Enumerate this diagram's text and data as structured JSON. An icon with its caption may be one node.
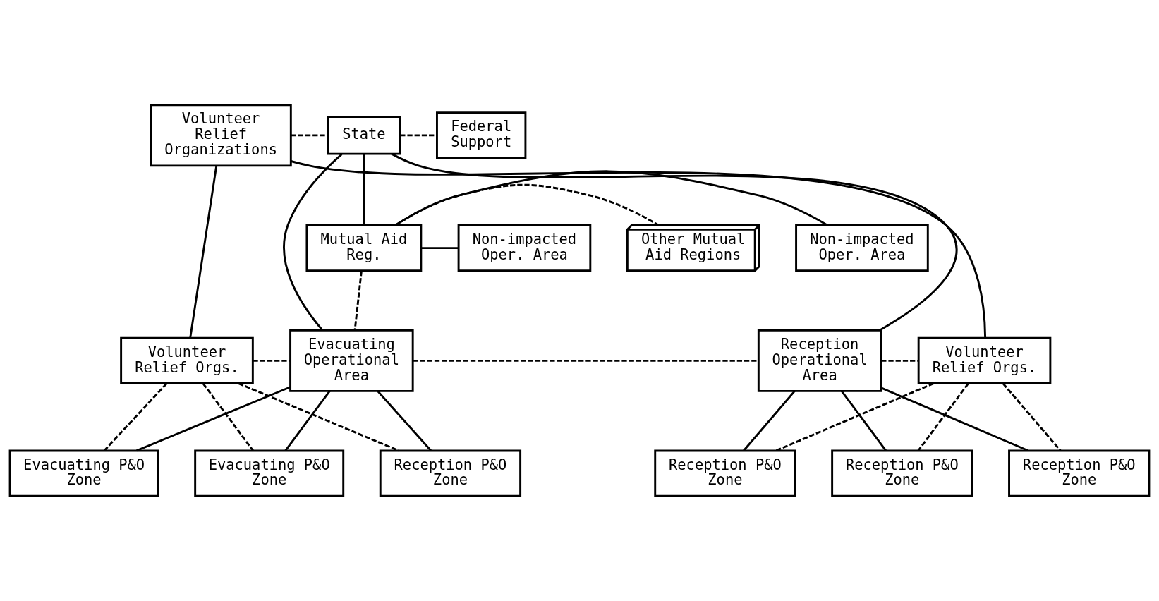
{
  "diagram": {
    "nodes": [
      {
        "text": [
          "Volunteer Relief Organizations"
        ]
      },
      {
        "text": [
          "State"
        ]
      },
      {
        "text": [
          "Federal Support"
        ]
      },
      {
        "text": [
          "Non-impacted Oper. Area"
        ]
      },
      {
        "text": [
          "Mutual Aid Reg."
        ]
      },
      {
        "text": [
          "Other Mutual Aid Regions"
        ]
      },
      {
        "text": [
          "Non-impacted Oper. Area"
        ]
      },
      {
        "text": [
          "Volunteer Relief Orgs."
        ]
      },
      {
        "text": [
          "Evacuating Operational Area"
        ]
      },
      {
        "text": [
          "Reception Operational Area"
        ]
      },
      {
        "text": [
          "Volunteer Relief Orgs."
        ]
      },
      {
        "text": [
          "Evacuating P&O Zone"
        ]
      },
      {
        "text": [
          "Evacuating P&O Zone"
        ]
      },
      {
        "text": [
          "Reception P&O Zone"
        ]
      },
      {
        "text": [
          "Reception P&O Zone"
        ]
      },
      {
        "text": [
          "Reception P&O Zone"
        ]
      },
      {
        "text": [
          "Reception P&O Zone"
        ]
      }
    ],
    "edges": [
      {
        "from": 0,
        "to": 1,
        "arrow": "none",
        "style": "dashed"
      },
      {
        "from": 1,
        "to": 2,
        "arrow": "none",
        "style": "dashed"
      },
      {
        "from": 1,
        "to": 4,
        "arrow": "none"
      },
      {
        "from": 4,
        "to": 3,
        "arrow": "none"
      },
      {
        "from": 4,
        "to": 5,
        "arrow": "none",
        "style": "dashed"
      },
      {
        "from": 4,
        "to": 6,
        "arrow": "none"
      },
      {
        "from": 0,
        "to": 7,
        "arrow": "none"
      },
      {
        "from": 0,
        "to": 10,
        "arrow": "none"
      },
      {
        "from": 1,
        "to": 8,
        "arrow": "none"
      },
      {
        "from": 1,
        "to": 9,
        "arrow": "none"
      },
      {
        "from": 4,
        "to": 8,
        "arrow": "none",
        "style": "dashed"
      },
      {
        "from": 7,
        "to": 8,
        "arrow": "none",
        "style": "dashed"
      },
      {
        "from": 8,
        "to": 9,
        "arrow": "none",
        "style": "dashed"
      },
      {
        "from": 9,
        "to": 10,
        "arrow": "none",
        "style": "dashed"
      },
      {
        "from": 8,
        "to": 11,
        "arrow": "none"
      },
      {
        "from": 8,
        "to": 12,
        "arrow": "none"
      },
      {
        "from": 8,
        "to": 13,
        "arrow": "none"
      },
      {
        "from": 7,
        "to": 11,
        "arrow": "none",
        "style": "dashed"
      },
      {
        "from": 7,
        "to": 12,
        "arrow": "none",
        "style": "dashed"
      },
      {
        "from": 7,
        "to": 13,
        "arrow": "none",
        "style": "dashed"
      },
      {
        "from": 9,
        "to": 14,
        "arrow": "none"
      },
      {
        "from": 9,
        "to": 15,
        "arrow": "none"
      },
      {
        "from": 9,
        "to": 16,
        "arrow": "none"
      },
      {
        "from": 10,
        "to": 14,
        "arrow": "none",
        "style": "dashed"
      },
      {
        "from": 10,
        "to": 15,
        "arrow": "none",
        "style": "dashed"
      },
      {
        "from": 10,
        "to": 16,
        "arrow": "none",
        "style": "dashed"
      }
    ]
  }
}
